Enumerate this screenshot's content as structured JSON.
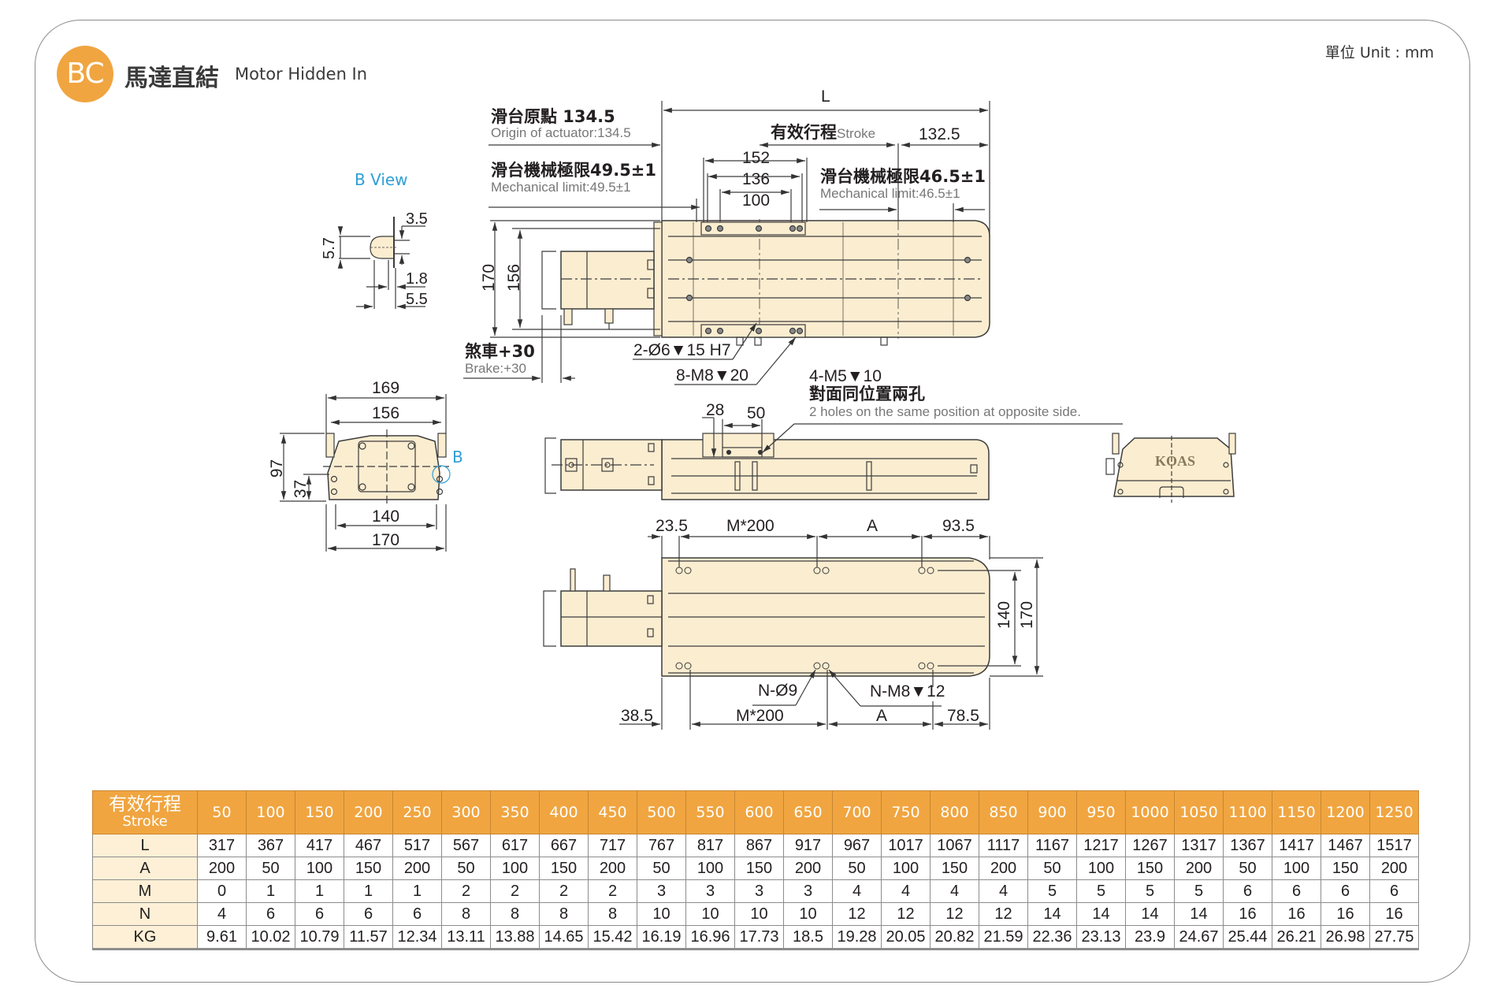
{
  "header": {
    "badge": "BC",
    "title_cn": "馬達直結",
    "title_en": "Motor Hidden In",
    "unit": "單位 Unit : mm"
  },
  "drawing": {
    "colors": {
      "body": "#fbedd0",
      "line": "#3c3c3c",
      "accent": "#2f9ed6",
      "header": "#f0a540"
    },
    "b_view": {
      "title": "B View",
      "dims": {
        "d1": "3.5",
        "d2": "5.7",
        "d3": "1.8",
        "d4": "5.5"
      }
    },
    "top_view": {
      "L": "L",
      "origin_cn": "滑台原點 134.5",
      "origin_en": "Origin of actuator:134.5",
      "stroke_cn": "有效行程",
      "stroke_en": "Stroke",
      "d132_5": "132.5",
      "d152": "152",
      "d136": "136",
      "d100": "100",
      "mech_left_cn": "滑台機械極限49.5±1",
      "mech_left_en": "Mechanical limit:49.5±1",
      "mech_right_cn": "滑台機械極限46.5±1",
      "mech_right_en": "Mechanical limit:46.5±1",
      "d170": "170",
      "d156": "156",
      "brake_cn": "煞車+30",
      "brake_en": "Brake:+30",
      "pin_note": "2-Ø6▼15 H7",
      "tap_note": "8-M8▼20"
    },
    "side_view": {
      "note1": "4-M5▼10",
      "note2_cn": "對面同位置兩孔",
      "note2_en": "2 holes on the same position at opposite side.",
      "d28": "28",
      "d50": "50"
    },
    "end_view": {
      "d169": "169",
      "d156": "156",
      "d97": "97",
      "d37": "37",
      "d140": "140",
      "d170": "170",
      "b_marker": "B",
      "logo": "KOAS"
    },
    "bottom_view": {
      "top_d1": "23.5",
      "top_d2": "M*200",
      "top_d3": "A",
      "top_d4": "93.5",
      "d140": "140",
      "d170": "170",
      "hole_note1": "N-Ø9",
      "hole_note2": "N-M8▼12",
      "bot_d1": "38.5",
      "bot_d2": "M*200",
      "bot_d3": "A",
      "bot_d4": "78.5"
    }
  },
  "table": {
    "header_cn": "有效行程",
    "header_en": "Stroke",
    "strokes": [
      "50",
      "100",
      "150",
      "200",
      "250",
      "300",
      "350",
      "400",
      "450",
      "500",
      "550",
      "600",
      "650",
      "700",
      "750",
      "800",
      "850",
      "900",
      "950",
      "1000",
      "1050",
      "1100",
      "1150",
      "1200",
      "1250"
    ],
    "rows": [
      {
        "label": "L",
        "values": [
          "317",
          "367",
          "417",
          "467",
          "517",
          "567",
          "617",
          "667",
          "717",
          "767",
          "817",
          "867",
          "917",
          "967",
          "1017",
          "1067",
          "1117",
          "1167",
          "1217",
          "1267",
          "1317",
          "1367",
          "1417",
          "1467",
          "1517"
        ]
      },
      {
        "label": "A",
        "values": [
          "200",
          "50",
          "100",
          "150",
          "200",
          "50",
          "100",
          "150",
          "200",
          "50",
          "100",
          "150",
          "200",
          "50",
          "100",
          "150",
          "200",
          "50",
          "100",
          "150",
          "200",
          "50",
          "100",
          "150",
          "200"
        ]
      },
      {
        "label": "M",
        "values": [
          "0",
          "1",
          "1",
          "1",
          "1",
          "2",
          "2",
          "2",
          "2",
          "3",
          "3",
          "3",
          "3",
          "4",
          "4",
          "4",
          "4",
          "5",
          "5",
          "5",
          "5",
          "6",
          "6",
          "6",
          "6"
        ]
      },
      {
        "label": "N",
        "values": [
          "4",
          "6",
          "6",
          "6",
          "6",
          "8",
          "8",
          "8",
          "8",
          "10",
          "10",
          "10",
          "10",
          "12",
          "12",
          "12",
          "12",
          "14",
          "14",
          "14",
          "14",
          "16",
          "16",
          "16",
          "16"
        ]
      },
      {
        "label": "KG",
        "values": [
          "9.61",
          "10.02",
          "10.79",
          "11.57",
          "12.34",
          "13.11",
          "13.88",
          "14.65",
          "15.42",
          "16.19",
          "16.96",
          "17.73",
          "18.5",
          "19.28",
          "20.05",
          "20.82",
          "21.59",
          "22.36",
          "23.13",
          "23.9",
          "24.67",
          "25.44",
          "26.21",
          "26.98",
          "27.75"
        ]
      }
    ]
  }
}
